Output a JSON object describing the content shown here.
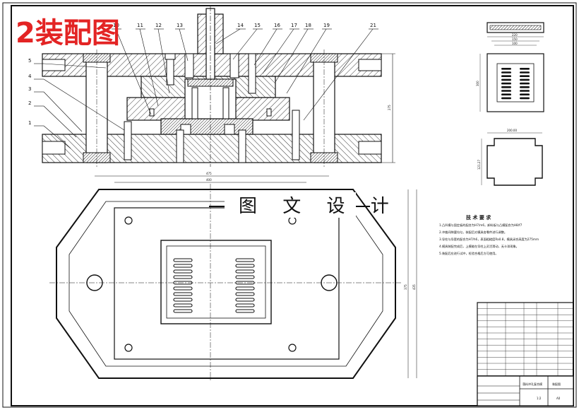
{
  "caption": "2装配图",
  "watermark": "图 文 设 计",
  "part_numbers": [
    "1",
    "2",
    "3",
    "4",
    "5",
    "10",
    "11",
    "12",
    "13",
    "14",
    "15",
    "16",
    "17",
    "18",
    "19",
    "21"
  ],
  "section_dims": {
    "height": "275"
  },
  "plan_dims": {
    "width_outer": "475",
    "width_inner": "400",
    "height_inner": "375",
    "height_outer": "435"
  },
  "side_view_dims": {
    "top": "220",
    "sub": "150",
    "mid": "100",
    "height": "300"
  },
  "blank_dims": {
    "width": "200.00",
    "height": "121.27"
  },
  "notes": {
    "title": "技 术 要 求",
    "lines": [
      "1.凸凹模与固定板的配合为H7/m6，卸料板与凸模配合为H8/f7",
      "2.冲裁间隙要均匀，装配后对模具各零件进行调整。",
      "3.导柱与导套的配合为H7/h6，表面粗糙度Ra0.8，模具闭合高度为275mm",
      "4.模具装配完成后，上模能在导柱上灵活滑动，无卡滞现象。",
      "5.装配后应进行试冲，检验合格后方可使用。"
    ]
  },
  "title_block": {
    "drawing_title": "落料冲孔复合模",
    "drawing_name": "装配图",
    "scale": "1:2",
    "sheet": "A0"
  }
}
